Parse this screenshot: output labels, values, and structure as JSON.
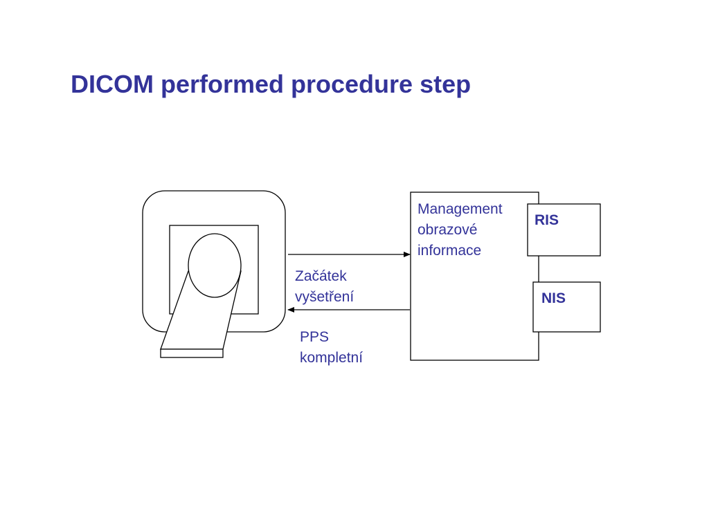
{
  "title": "DICOM performed procedure step",
  "management_box": {
    "lines": [
      "Management",
      "obrazové",
      "informace"
    ]
  },
  "ris_label": "RIS",
  "nis_label": "NIS",
  "arrow_start": {
    "lines": [
      "Začátek",
      "vyšetření"
    ]
  },
  "arrow_complete": {
    "lines": [
      "PPS",
      "kompletní"
    ]
  },
  "colors": {
    "text": "#333399",
    "stroke": "#000000",
    "background": "#ffffff"
  }
}
